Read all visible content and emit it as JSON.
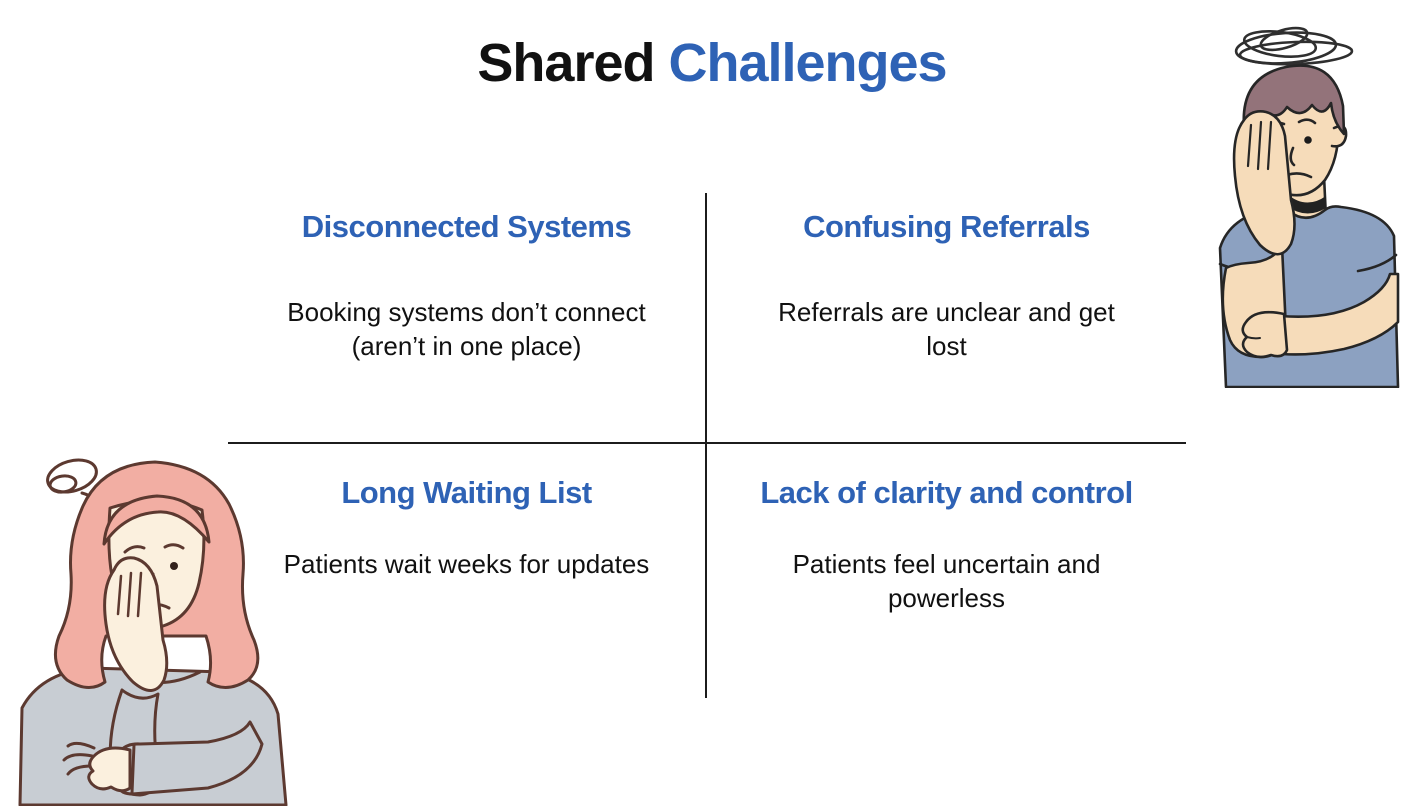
{
  "slide": {
    "title": {
      "black_part": "Shared ",
      "blue_part": "Challenges"
    },
    "quadrants": [
      {
        "id": "disconnected-systems",
        "heading": "Disconnected Systems",
        "lines": [
          "Booking systems don’t connect",
          "(aren’t in one place)"
        ]
      },
      {
        "id": "confusing-referrals",
        "heading": "Confusing Referrals",
        "lines": [
          "Referrals are unclear and get",
          "lost"
        ]
      },
      {
        "id": "long-waiting-list",
        "heading": "Long Waiting List",
        "lines": [
          "Patients wait weeks for updates"
        ]
      },
      {
        "id": "lack-of-clarity-and-control",
        "heading": "Lack of clarity and control",
        "lines": [
          "Patients feel uncertain and",
          "powerless"
        ]
      }
    ],
    "illustrations": [
      {
        "name": "worried-man",
        "position": "top-right",
        "description": "Worried man with hand on cheek, arms crossed, scribble of confusion above his head"
      },
      {
        "name": "worried-woman",
        "position": "bottom-left",
        "description": "Worried woman with pink hair, hand on cheek, arms crossed, scribble of confusion beside her head"
      }
    ],
    "colors": {
      "accent_blue": "#2E62B5",
      "text": "#111111",
      "divider": "#1c1c1c",
      "man_shirt": "#8CA1C1",
      "man_hair": "#93737A",
      "man_skin": "#F6DCBA",
      "woman_hair": "#F2AEA3",
      "woman_skin": "#FBF0DE",
      "woman_sweater": "#C8CDD3",
      "woman_outline": "#5C3930"
    }
  }
}
